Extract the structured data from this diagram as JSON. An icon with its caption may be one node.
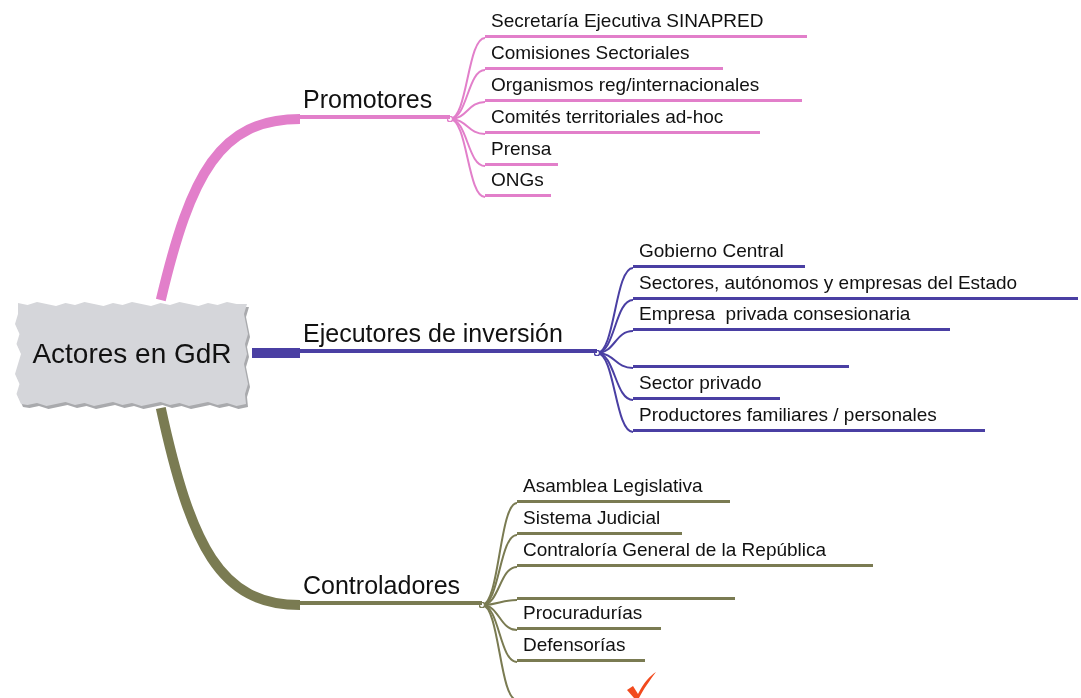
{
  "diagram": {
    "nodes": [
      {
        "text": [
          "Actores en GdR"
        ]
      },
      {
        "text": [
          "Promotores"
        ]
      },
      {
        "text": [
          "Secretaría Ejecutiva SINAPRED"
        ]
      },
      {
        "text": [
          "Comisiones Sectoriales"
        ]
      },
      {
        "text": [
          "Organismos reg/internacionales"
        ]
      },
      {
        "text": [
          "Comités territoriales ad-hoc"
        ]
      },
      {
        "text": [
          "Prensa"
        ]
      },
      {
        "text": [
          "ONGs"
        ]
      },
      {
        "text": [
          "Ejecutores de inversión"
        ]
      },
      {
        "text": [
          "Gobierno Central"
        ]
      },
      {
        "text": [
          "Sectores, autónomos y empresas del Estado"
        ]
      },
      {
        "text": [
          "Empresa  privada consesionaria"
        ]
      },
      {
        "text": [],
        "shape": "bar"
      },
      {
        "text": [
          "Sector privado"
        ]
      },
      {
        "text": [
          "Productores familiares / personales"
        ]
      },
      {
        "text": [
          "Controladores"
        ]
      },
      {
        "text": [
          "Asamblea Legislativa"
        ]
      },
      {
        "text": [
          "Sistema Judicial"
        ]
      },
      {
        "text": [
          "Contraloría General de la República"
        ]
      },
      {
        "text": [],
        "shape": "bar"
      },
      {
        "text": [
          "Procuradurías"
        ]
      },
      {
        "text": [
          "Defensorías"
        ]
      }
    ],
    "edges": [
      {
        "from": 0,
        "to": 1,
        "arrow": "none",
        "style": "thick",
        "color": "#e27fca"
      },
      {
        "from": 1,
        "to": 2,
        "arrow": "other",
        "color": "#e27fca"
      },
      {
        "from": 1,
        "to": 3,
        "arrow": "other",
        "color": "#e27fca"
      },
      {
        "from": 1,
        "to": 4,
        "arrow": "other",
        "color": "#e27fca"
      },
      {
        "from": 1,
        "to": 5,
        "arrow": "other",
        "color": "#e27fca"
      },
      {
        "from": 1,
        "to": 6,
        "arrow": "other",
        "color": "#e27fca"
      },
      {
        "from": 1,
        "to": 7,
        "arrow": "other",
        "color": "#e27fca"
      },
      {
        "from": 0,
        "to": 8,
        "arrow": "none",
        "style": "thick",
        "color": "#4a3fa3"
      },
      {
        "from": 8,
        "to": 9,
        "arrow": "other",
        "color": "#4a3fa3"
      },
      {
        "from": 8,
        "to": 10,
        "arrow": "other",
        "color": "#4a3fa3"
      },
      {
        "from": 8,
        "to": 11,
        "arrow": "other",
        "color": "#4a3fa3"
      },
      {
        "from": 8,
        "to": 12,
        "arrow": "other",
        "color": "#4a3fa3"
      },
      {
        "from": 8,
        "to": 13,
        "arrow": "other",
        "color": "#4a3fa3"
      },
      {
        "from": 8,
        "to": 14,
        "arrow": "other",
        "color": "#4a3fa3"
      },
      {
        "from": 0,
        "to": 15,
        "arrow": "none",
        "style": "thick",
        "color": "#7a7b52"
      },
      {
        "from": 15,
        "to": 16,
        "arrow": "other",
        "color": "#7a7b52"
      },
      {
        "from": 15,
        "to": 17,
        "arrow": "other",
        "color": "#7a7b52"
      },
      {
        "from": 15,
        "to": 18,
        "arrow": "other",
        "color": "#7a7b52"
      },
      {
        "from": 15,
        "to": 19,
        "arrow": "other",
        "color": "#7a7b52"
      },
      {
        "from": 15,
        "to": 20,
        "arrow": "other",
        "color": "#7a7b52"
      },
      {
        "from": 15,
        "to": 21,
        "arrow": "other",
        "color": "#7a7b52"
      },
      {
        "from": 15,
        "to": null,
        "arrow": "other",
        "color": "#7a7b52"
      }
    ]
  }
}
